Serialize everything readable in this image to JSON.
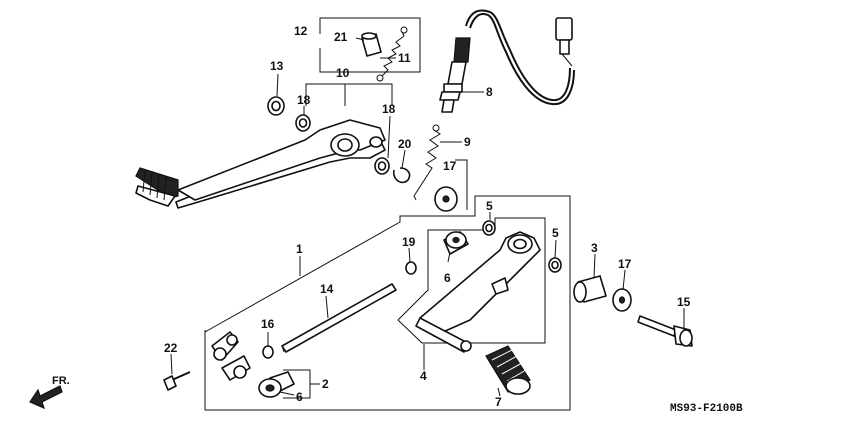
{
  "diagram": {
    "callouts": {
      "c1": "1",
      "c2": "2",
      "c3": "3",
      "c4": "4",
      "c5a": "5",
      "c5b": "5",
      "c6a": "6",
      "c6b": "6",
      "c7": "7",
      "c8": "8",
      "c9": "9",
      "c10": "10",
      "c11": "11",
      "c12": "12",
      "c13": "13",
      "c14": "14",
      "c15": "15",
      "c16": "16",
      "c17a": "17",
      "c17b": "17",
      "c18a": "18",
      "c18b": "18",
      "c19": "19",
      "c20": "20",
      "c21": "21",
      "c22": "22"
    },
    "direction_label": "FR.",
    "drawing_code": "MS93-F2100B"
  }
}
